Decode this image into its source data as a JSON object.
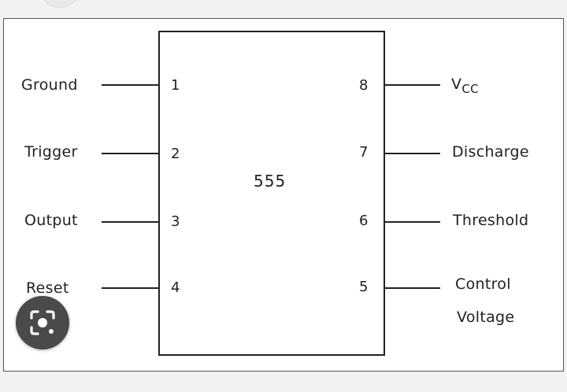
{
  "chip": {
    "label": "555"
  },
  "pins": {
    "p1": {
      "number": "1",
      "name": "Ground"
    },
    "p2": {
      "number": "2",
      "name": "Trigger"
    },
    "p3": {
      "number": "3",
      "name": "Output"
    },
    "p4": {
      "number": "4",
      "name": "Reset"
    },
    "p5": {
      "number": "5",
      "name_line1": "Control",
      "name_line2": "Voltage"
    },
    "p6": {
      "number": "6",
      "name": "Threshold"
    },
    "p7": {
      "number": "7",
      "name": "Discharge"
    },
    "p8": {
      "number": "8",
      "name_main": "V",
      "name_sub": "CC"
    }
  },
  "overlay": {
    "icon": "lens-search-icon"
  },
  "colors": {
    "line": "#222222",
    "lens_bg": "#4a4a4a",
    "lens_fg": "#ffffff"
  }
}
